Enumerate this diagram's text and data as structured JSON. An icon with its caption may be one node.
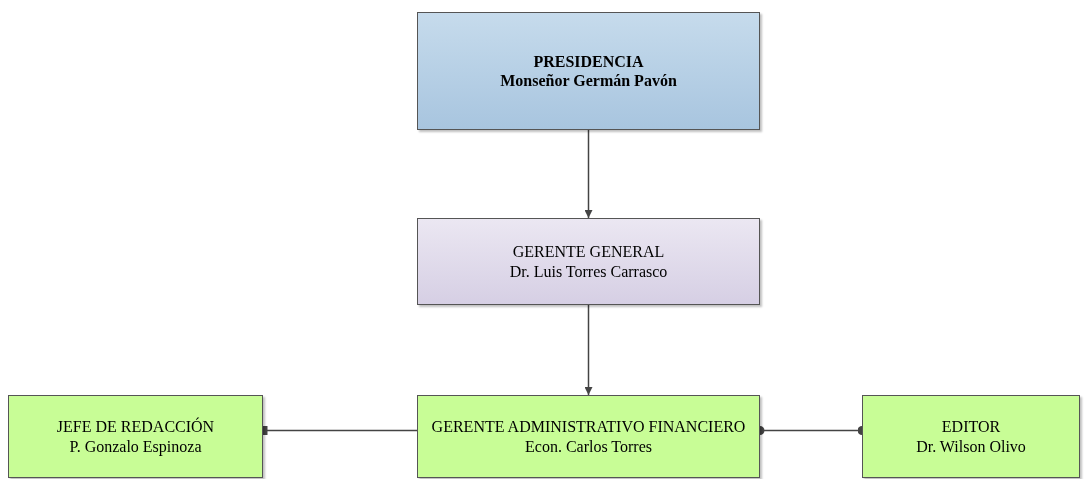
{
  "diagram": {
    "nodes": [
      {
        "text": [
          "PRESIDENCIA",
          "Monseñor Germán Pavón"
        ]
      },
      {
        "text": [
          "GERENTE GENERAL",
          "Dr. Luis Torres Carrasco"
        ]
      },
      {
        "text": [
          "GERENTE ADMINISTRATIVO FINANCIERO",
          "Econ. Carlos Torres"
        ]
      },
      {
        "text": [
          "JEFE DE REDACCIÓN",
          "P. Gonzalo Espinoza"
        ]
      },
      {
        "text": [
          "EDITOR",
          "Dr. Wilson Olivo"
        ]
      }
    ],
    "edges": [
      {
        "from": 0,
        "to": 1,
        "arrow": "to"
      },
      {
        "from": 1,
        "to": 2,
        "arrow": "to"
      },
      {
        "from": 2,
        "to": 3,
        "arrow": "other"
      },
      {
        "from": 2,
        "to": 4,
        "arrow": "other"
      }
    ]
  }
}
